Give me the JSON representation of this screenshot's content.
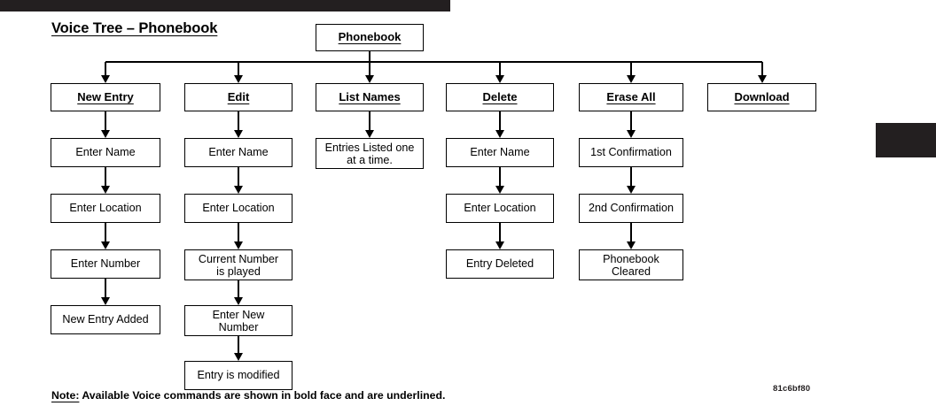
{
  "page": {
    "title": "Voice Tree – Phonebook",
    "doc_code": "81c6bf80",
    "note_lead": "Note:",
    "note_text": " Available Voice commands are shown in bold face and are underlined.",
    "ink_color": "#231f20"
  },
  "root": {
    "label": "Phonebook"
  },
  "columns": [
    {
      "command": "New Entry",
      "steps": [
        "Enter Name",
        "Enter Location",
        "Enter Number",
        "New Entry Added"
      ]
    },
    {
      "command": "Edit",
      "steps": [
        "Enter Name",
        "Enter Location",
        "Current Number\nis played",
        "Enter New\nNumber",
        "Entry is modified"
      ]
    },
    {
      "command": "List Names",
      "steps": [
        "Entries Listed one\nat a time."
      ]
    },
    {
      "command": "Delete",
      "steps": [
        "Enter Name",
        "Enter Location",
        "Entry Deleted"
      ]
    },
    {
      "command": "Erase All",
      "steps": [
        "1st Confirmation",
        "2nd Confirmation",
        "Phonebook\nCleared"
      ]
    },
    {
      "command": "Download",
      "steps": []
    }
  ]
}
